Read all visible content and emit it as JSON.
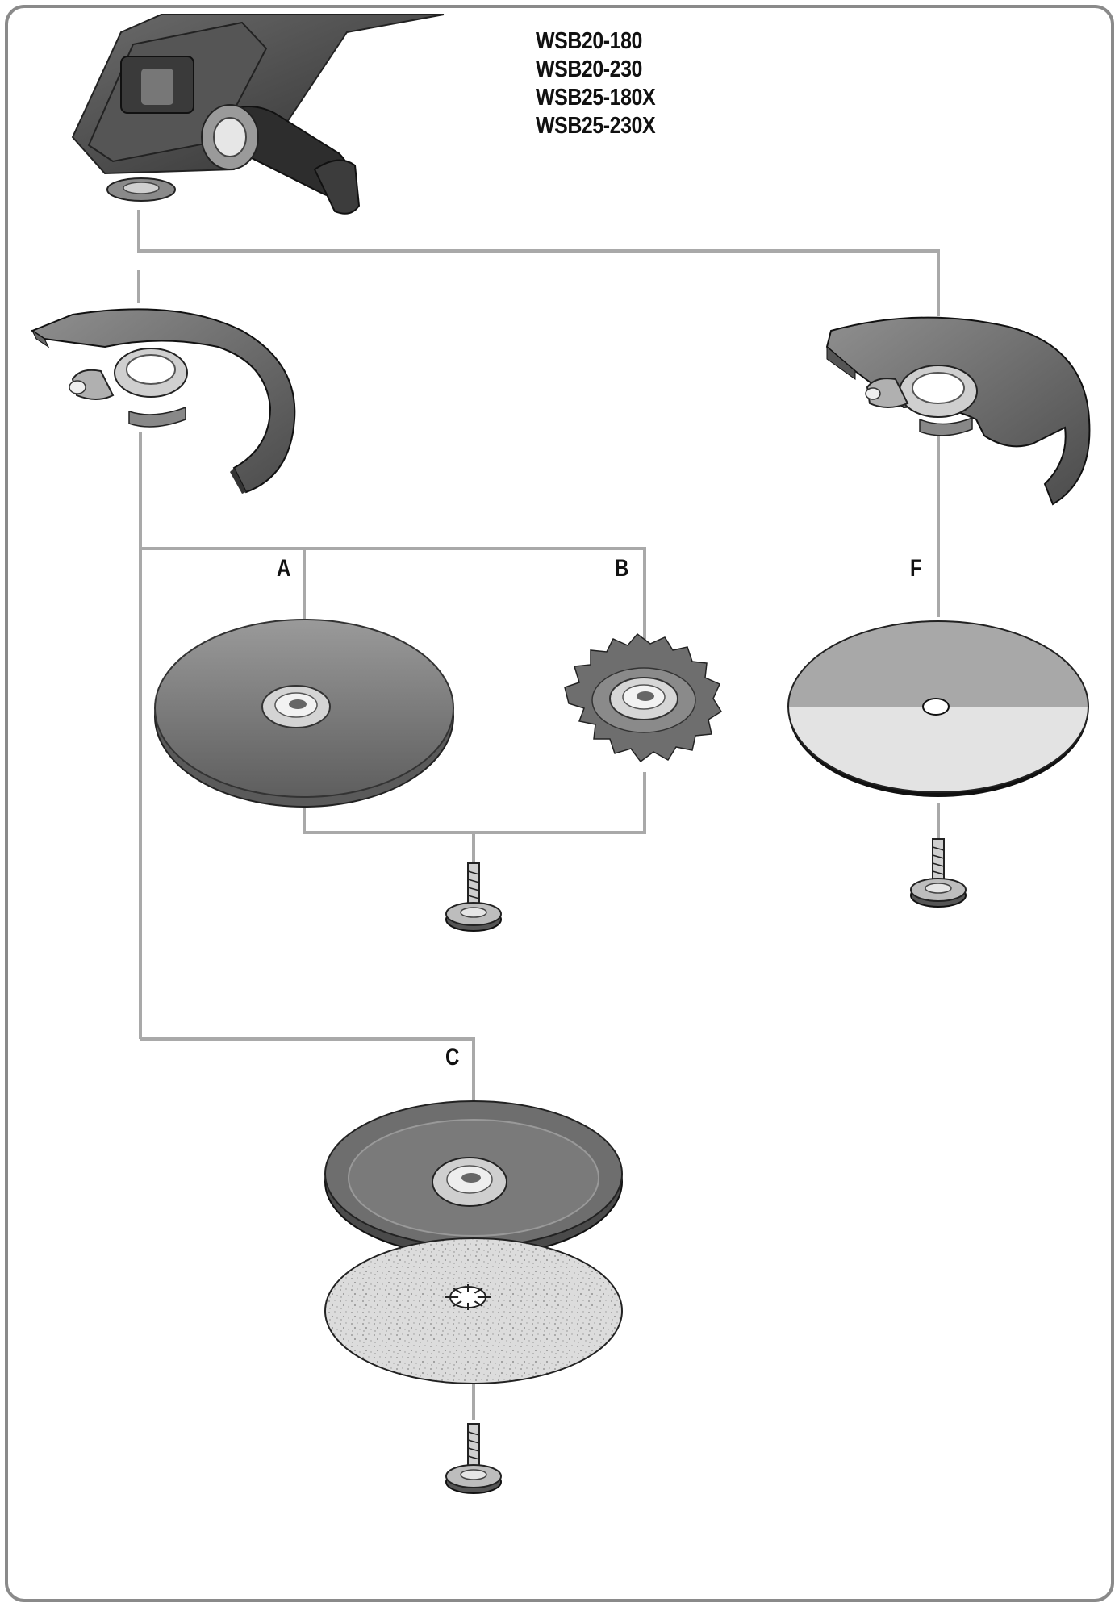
{
  "models": [
    "WSB20-180",
    "WSB20-230",
    "WSB25-180X",
    "WSB25-230X"
  ],
  "labels": {
    "a": "A",
    "b": "B",
    "c": "C",
    "f": "F"
  },
  "colors": {
    "line": "#a9a9a9",
    "frame": "#8a8a8a",
    "dark": "#3a3a3a",
    "mid": "#777777",
    "light": "#d8d8d8"
  },
  "icons": [
    "angle-grinder-icon",
    "guard-icon",
    "cutting-guard-icon",
    "grinding-disc-icon",
    "wire-brush-icon",
    "cutting-disc-icon",
    "backing-pad-icon",
    "sanding-disc-icon",
    "clamping-screw-icon"
  ]
}
